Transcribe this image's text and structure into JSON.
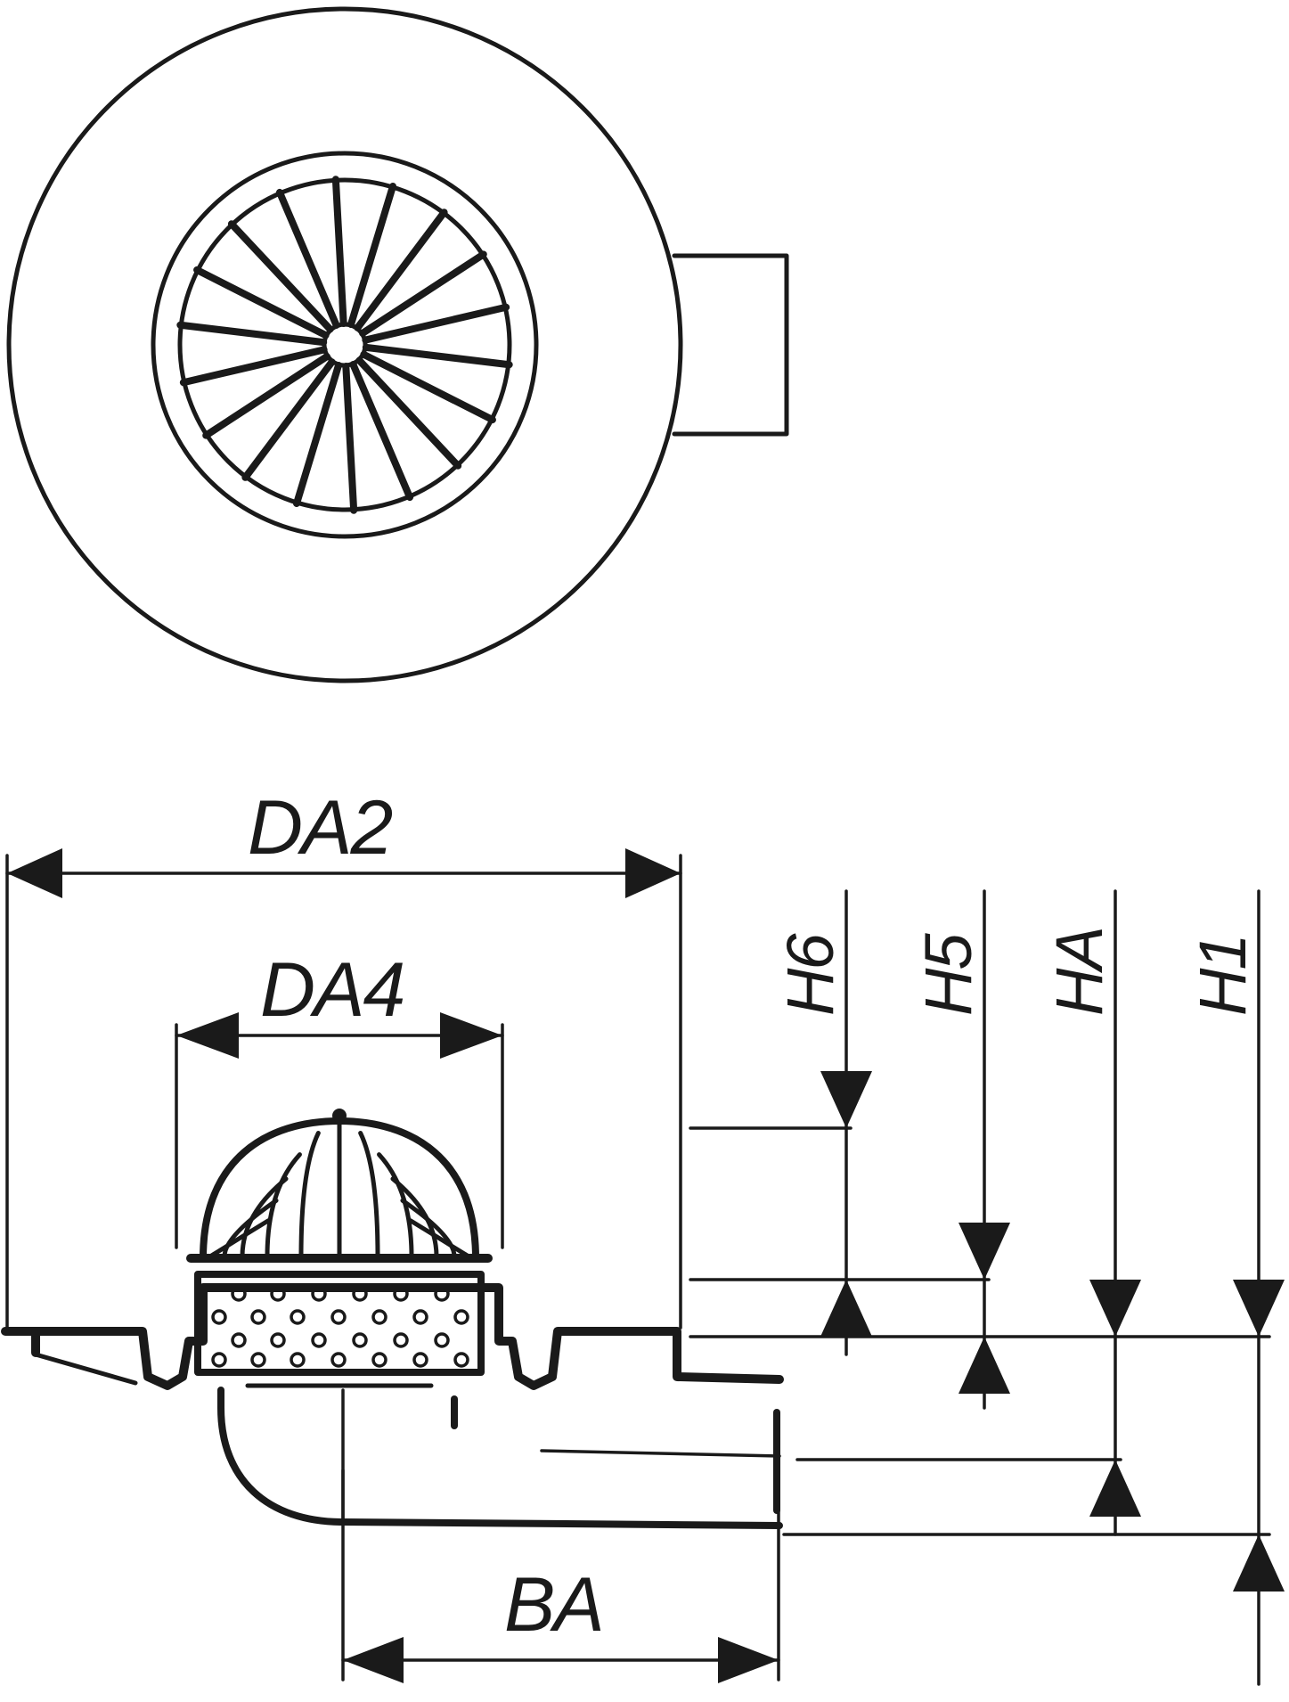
{
  "labels": {
    "da2": "DA2",
    "da4": "DA4",
    "ba": "BA",
    "h6": "H6",
    "h5": "H5",
    "ha": "HA",
    "h1": "H1"
  },
  "colors": {
    "line": "#1a1a1a",
    "background": "#ffffff"
  }
}
